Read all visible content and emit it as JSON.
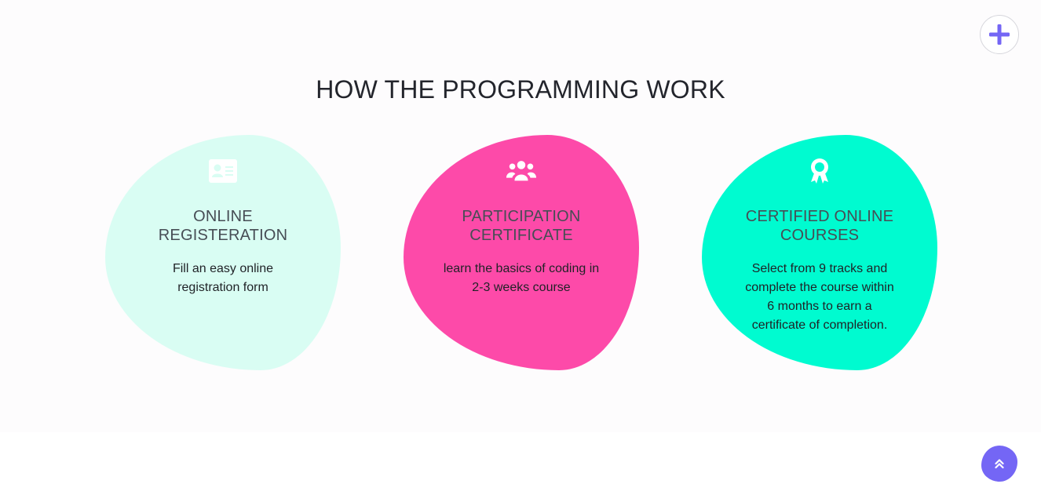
{
  "section": {
    "title": "HOW THE PROGRAMMING WORK"
  },
  "cards": [
    {
      "title_line1": "ONLINE",
      "title_line2": "REGISTERATION",
      "text": "Fill an easy online registration form",
      "icon": "id-card-icon",
      "color": "#d9fdf3"
    },
    {
      "title_line1": "PARTICIPATION",
      "title_line2": "CERTIFICATE",
      "text": "learn the basics of coding in 2-3 weeks course",
      "icon": "users-icon",
      "color": "#fd4aa9"
    },
    {
      "title_line1": "CERTIFIED ONLINE",
      "title_line2": "COURSES",
      "text": "Select from 9 tracks and complete the course within 6 months to earn a certificate of completion.",
      "icon": "award-icon",
      "color": "#00fbd0"
    }
  ],
  "controls": {
    "plus_icon": "plus-icon",
    "scroll_top_icon": "double-chevron-up-icon",
    "accent_color": "#7466f5"
  }
}
